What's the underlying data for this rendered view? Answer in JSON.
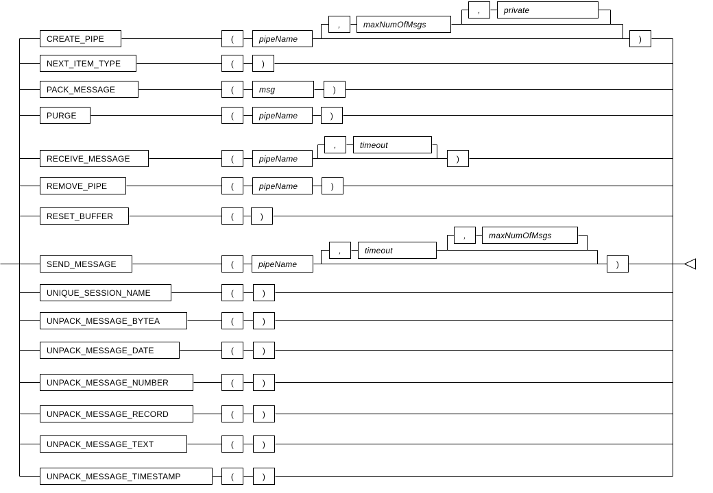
{
  "diagram": {
    "end_marker_icon": "left-triangle",
    "rows": [
      {
        "name": "CREATE_PIPE",
        "open_paren": "(",
        "param": "pipeName",
        "opt1_sep": ",",
        "opt1_param": "maxNumOfMsgs",
        "opt2_sep": ",",
        "opt2_param": "private",
        "close_paren": ")"
      },
      {
        "name": "NEXT_ITEM_TYPE",
        "open_paren": "(",
        "close_paren": ")"
      },
      {
        "name": "PACK_MESSAGE",
        "open_paren": "(",
        "param": "msg",
        "close_paren": ")"
      },
      {
        "name": "PURGE",
        "open_paren": "(",
        "param": "pipeName",
        "close_paren": ")"
      },
      {
        "name": "RECEIVE_MESSAGE",
        "open_paren": "(",
        "param": "pipeName",
        "opt1_sep": ",",
        "opt1_param": "timeout",
        "close_paren": ")"
      },
      {
        "name": "REMOVE_PIPE",
        "open_paren": "(",
        "param": "pipeName",
        "close_paren": ")"
      },
      {
        "name": "RESET_BUFFER",
        "open_paren": "(",
        "close_paren": ")"
      },
      {
        "name": "SEND_MESSAGE",
        "open_paren": "(",
        "param": "pipeName",
        "opt1_sep": ",",
        "opt1_param": "timeout",
        "opt2_sep": ",",
        "opt2_param": "maxNumOfMsgs",
        "close_paren": ")"
      },
      {
        "name": "UNIQUE_SESSION_NAME",
        "open_paren": "(",
        "close_paren": ")"
      },
      {
        "name": "UNPACK_MESSAGE_BYTEA",
        "open_paren": "(",
        "close_paren": ")"
      },
      {
        "name": "UNPACK_MESSAGE_DATE",
        "open_paren": "(",
        "close_paren": ")"
      },
      {
        "name": "UNPACK_MESSAGE_NUMBER",
        "open_paren": "(",
        "close_paren": ")"
      },
      {
        "name": "UNPACK_MESSAGE_RECORD",
        "open_paren": "(",
        "close_paren": ")"
      },
      {
        "name": "UNPACK_MESSAGE_TEXT",
        "open_paren": "(",
        "close_paren": ")"
      },
      {
        "name": "UNPACK_MESSAGE_TIMESTAMP",
        "open_paren": "(",
        "close_paren": ")"
      }
    ]
  }
}
